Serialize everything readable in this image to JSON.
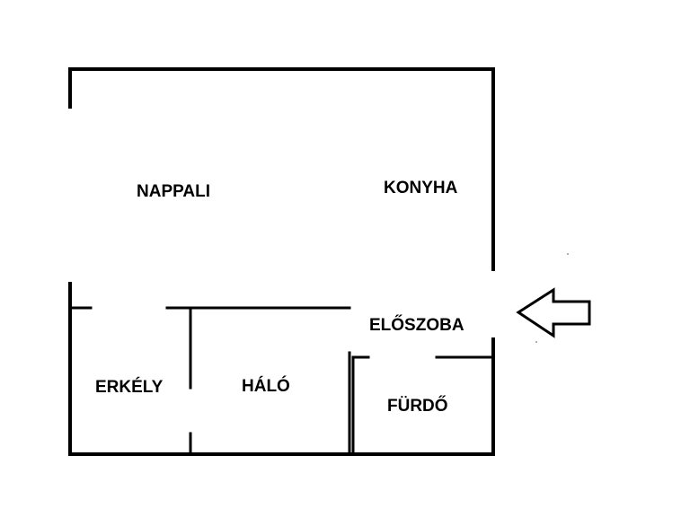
{
  "rooms": {
    "nappali": "NAPPALI",
    "konyha": "KONYHA",
    "eloszoba": "ELŐSZOBA",
    "erkely": "ERKÉLY",
    "halo": "HÁLÓ",
    "furdo": "FÜRDŐ"
  },
  "colors": {
    "walls": "#000000",
    "background": "#ffffff"
  },
  "icons": {
    "entrance": "left-arrow-icon"
  }
}
